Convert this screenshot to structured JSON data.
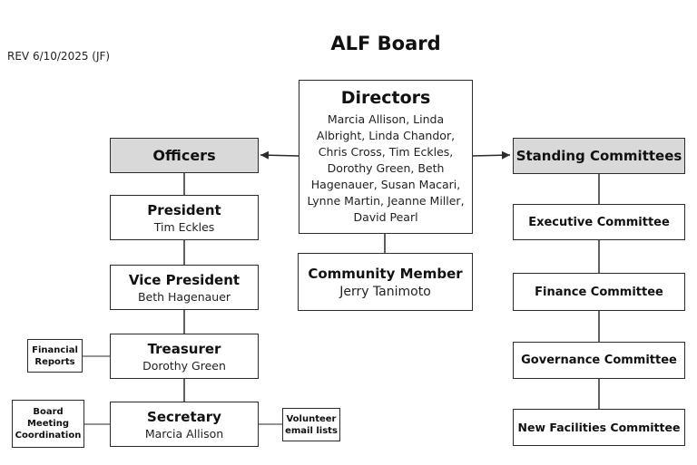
{
  "header": {
    "title": "ALF Board",
    "revision": "REV 6/10/2025 (JF)"
  },
  "directors": {
    "title": "Directors",
    "members": "Marcia Allison, Linda Albright, Linda Chandor, Chris Cross, Tim Eckles, Dorothy Green, Beth Hagenauer, Susan Macari, Lynne Martin, Jeanne Miller, David Pearl"
  },
  "community": {
    "title": "Community Member",
    "name": "Jerry Tanimoto"
  },
  "officers": {
    "title": "Officers",
    "president": {
      "title": "President",
      "name": "Tim Eckles"
    },
    "vice_president": {
      "title": "Vice President",
      "name": "Beth Hagenauer"
    },
    "treasurer": {
      "title": "Treasurer",
      "name": "Dorothy Green"
    },
    "secretary": {
      "title": "Secretary",
      "name": "Marcia Allison"
    }
  },
  "side_notes": {
    "financial_reports": "Financial Reports",
    "board_meeting": "Board Meeting Coordination",
    "volunteer_email": "Volunteer email lists"
  },
  "committees": {
    "title": "Standing Committees",
    "items": [
      "Executive Committee",
      "Finance Committee",
      "Governance Committee",
      "New Facilities Committee"
    ]
  },
  "colors": {
    "header_fill": "#d9d9d9",
    "border": "#2b2b2b"
  }
}
